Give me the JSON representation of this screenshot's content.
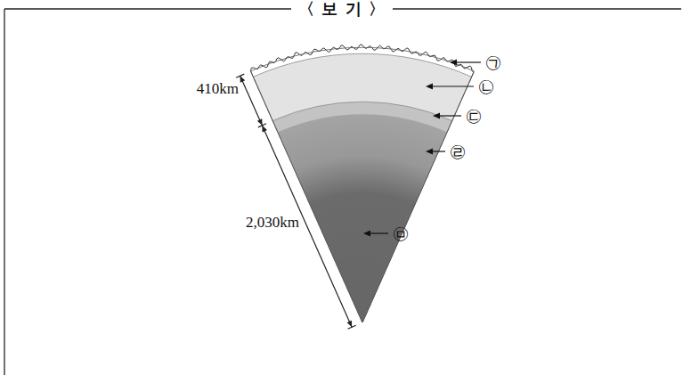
{
  "diagram": {
    "title": "〈 보 기 〉",
    "labels": [
      "410km",
      "2,030km",
      "㉠",
      "㉡",
      "㉢",
      "㉣",
      "㉤"
    ]
  }
}
